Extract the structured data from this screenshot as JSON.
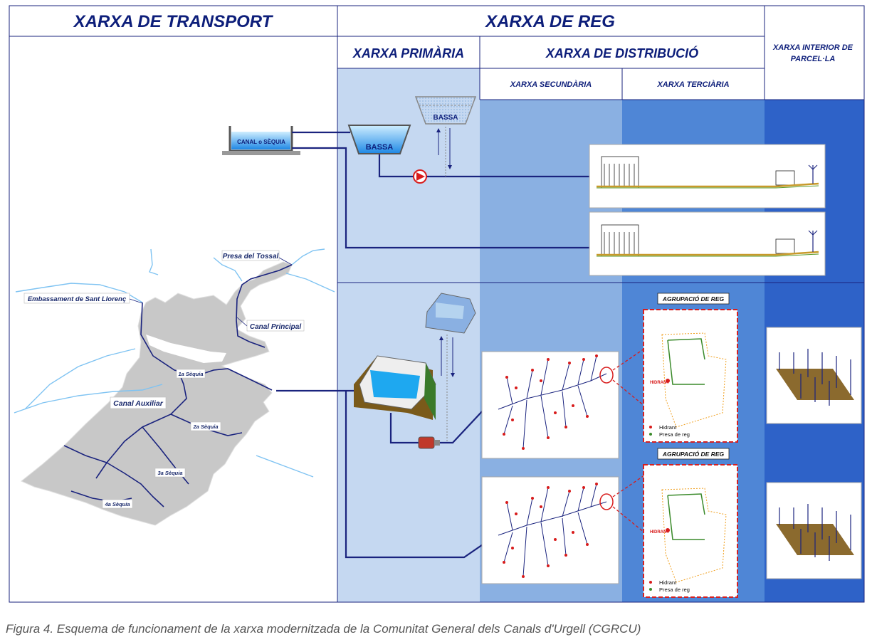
{
  "headers": {
    "transport": "XARXA DE TRANSPORT",
    "reg": "XARXA DE REG",
    "primaria": "XARXA PRIMÀRIA",
    "distribucio": "XARXA DE DISTRIBUCIÓ",
    "interior_line1": "XARXA INTERIOR DE",
    "interior_line2": "PARCEL·LA",
    "secundaria": "XARXA SECUNDÀRIA",
    "terciaria": "XARXA TERCIÀRIA"
  },
  "labels": {
    "canal_sequia": "CANAL o SÈQUIA",
    "bassa": "BASSA",
    "bassa2": "BASSA",
    "presa_tossal": "Presa del Tossal",
    "embassament": "Embassament de Sant Llorenç",
    "canal_principal": "Canal Principal",
    "canal_auxiliar": "Canal Auxiliar",
    "sequia1": "1a Sèquia",
    "sequia2": "2a Sèquia",
    "sequia3": "3a Sèquia",
    "sequia4": "4a Sèquia",
    "agrupacio1": "AGRUPACIÓ DE REG",
    "agrupacio2": "AGRUPACIÓ DE REG",
    "hidrant1": "HIDRANT",
    "hidrant2": "HIDRANT",
    "legend_hidrant1": "Hidrant",
    "legend_presa1": "Presa de reg",
    "legend_hidrant2": "Hidrant",
    "legend_presa2": "Presa de reg"
  },
  "caption": "Figura 4. Esquema de funcionament de la xarxa modernitzada de la Comunitat General dels Canals d'Urgell (CGRCU)",
  "colors": {
    "header_text": "#0d1e7a",
    "primaria_bg": "#c5d8f1",
    "secundaria_bg": "#8ab0e2",
    "terciaria_bg": "#4f86d6",
    "interior_bg": "#2e62c8",
    "pipe": "#1a237e",
    "map_land": "#c8c8c8",
    "water": "#6fb6f0",
    "hydrant_red": "#d81b1b",
    "parcel_brown": "#8b6a2e",
    "agrupacio_border": "#d62020"
  }
}
